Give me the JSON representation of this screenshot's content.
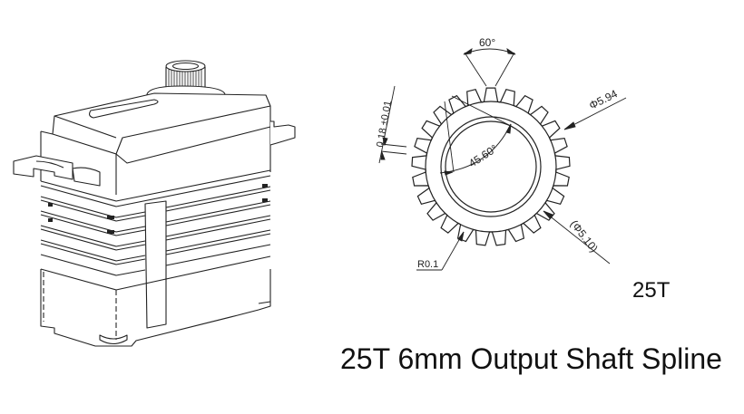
{
  "diagram": {
    "title": "25T 6mm Output Shaft Spline",
    "tooth_count_label": "25T",
    "servo_drawing": {
      "description": "Isometric line drawing of servo with splined output shaft, mounting tabs and cooling fins"
    },
    "spline_drawing": {
      "teeth": 25,
      "dimensions": {
        "tooth_angle": "60°",
        "tooth_height": "0.18 ±0.01",
        "outer_diameter": "Φ5.94",
        "root_diameter": "(Φ5.10)",
        "pitch_angle": "45.60°",
        "root_radius": "R0.1"
      }
    }
  }
}
